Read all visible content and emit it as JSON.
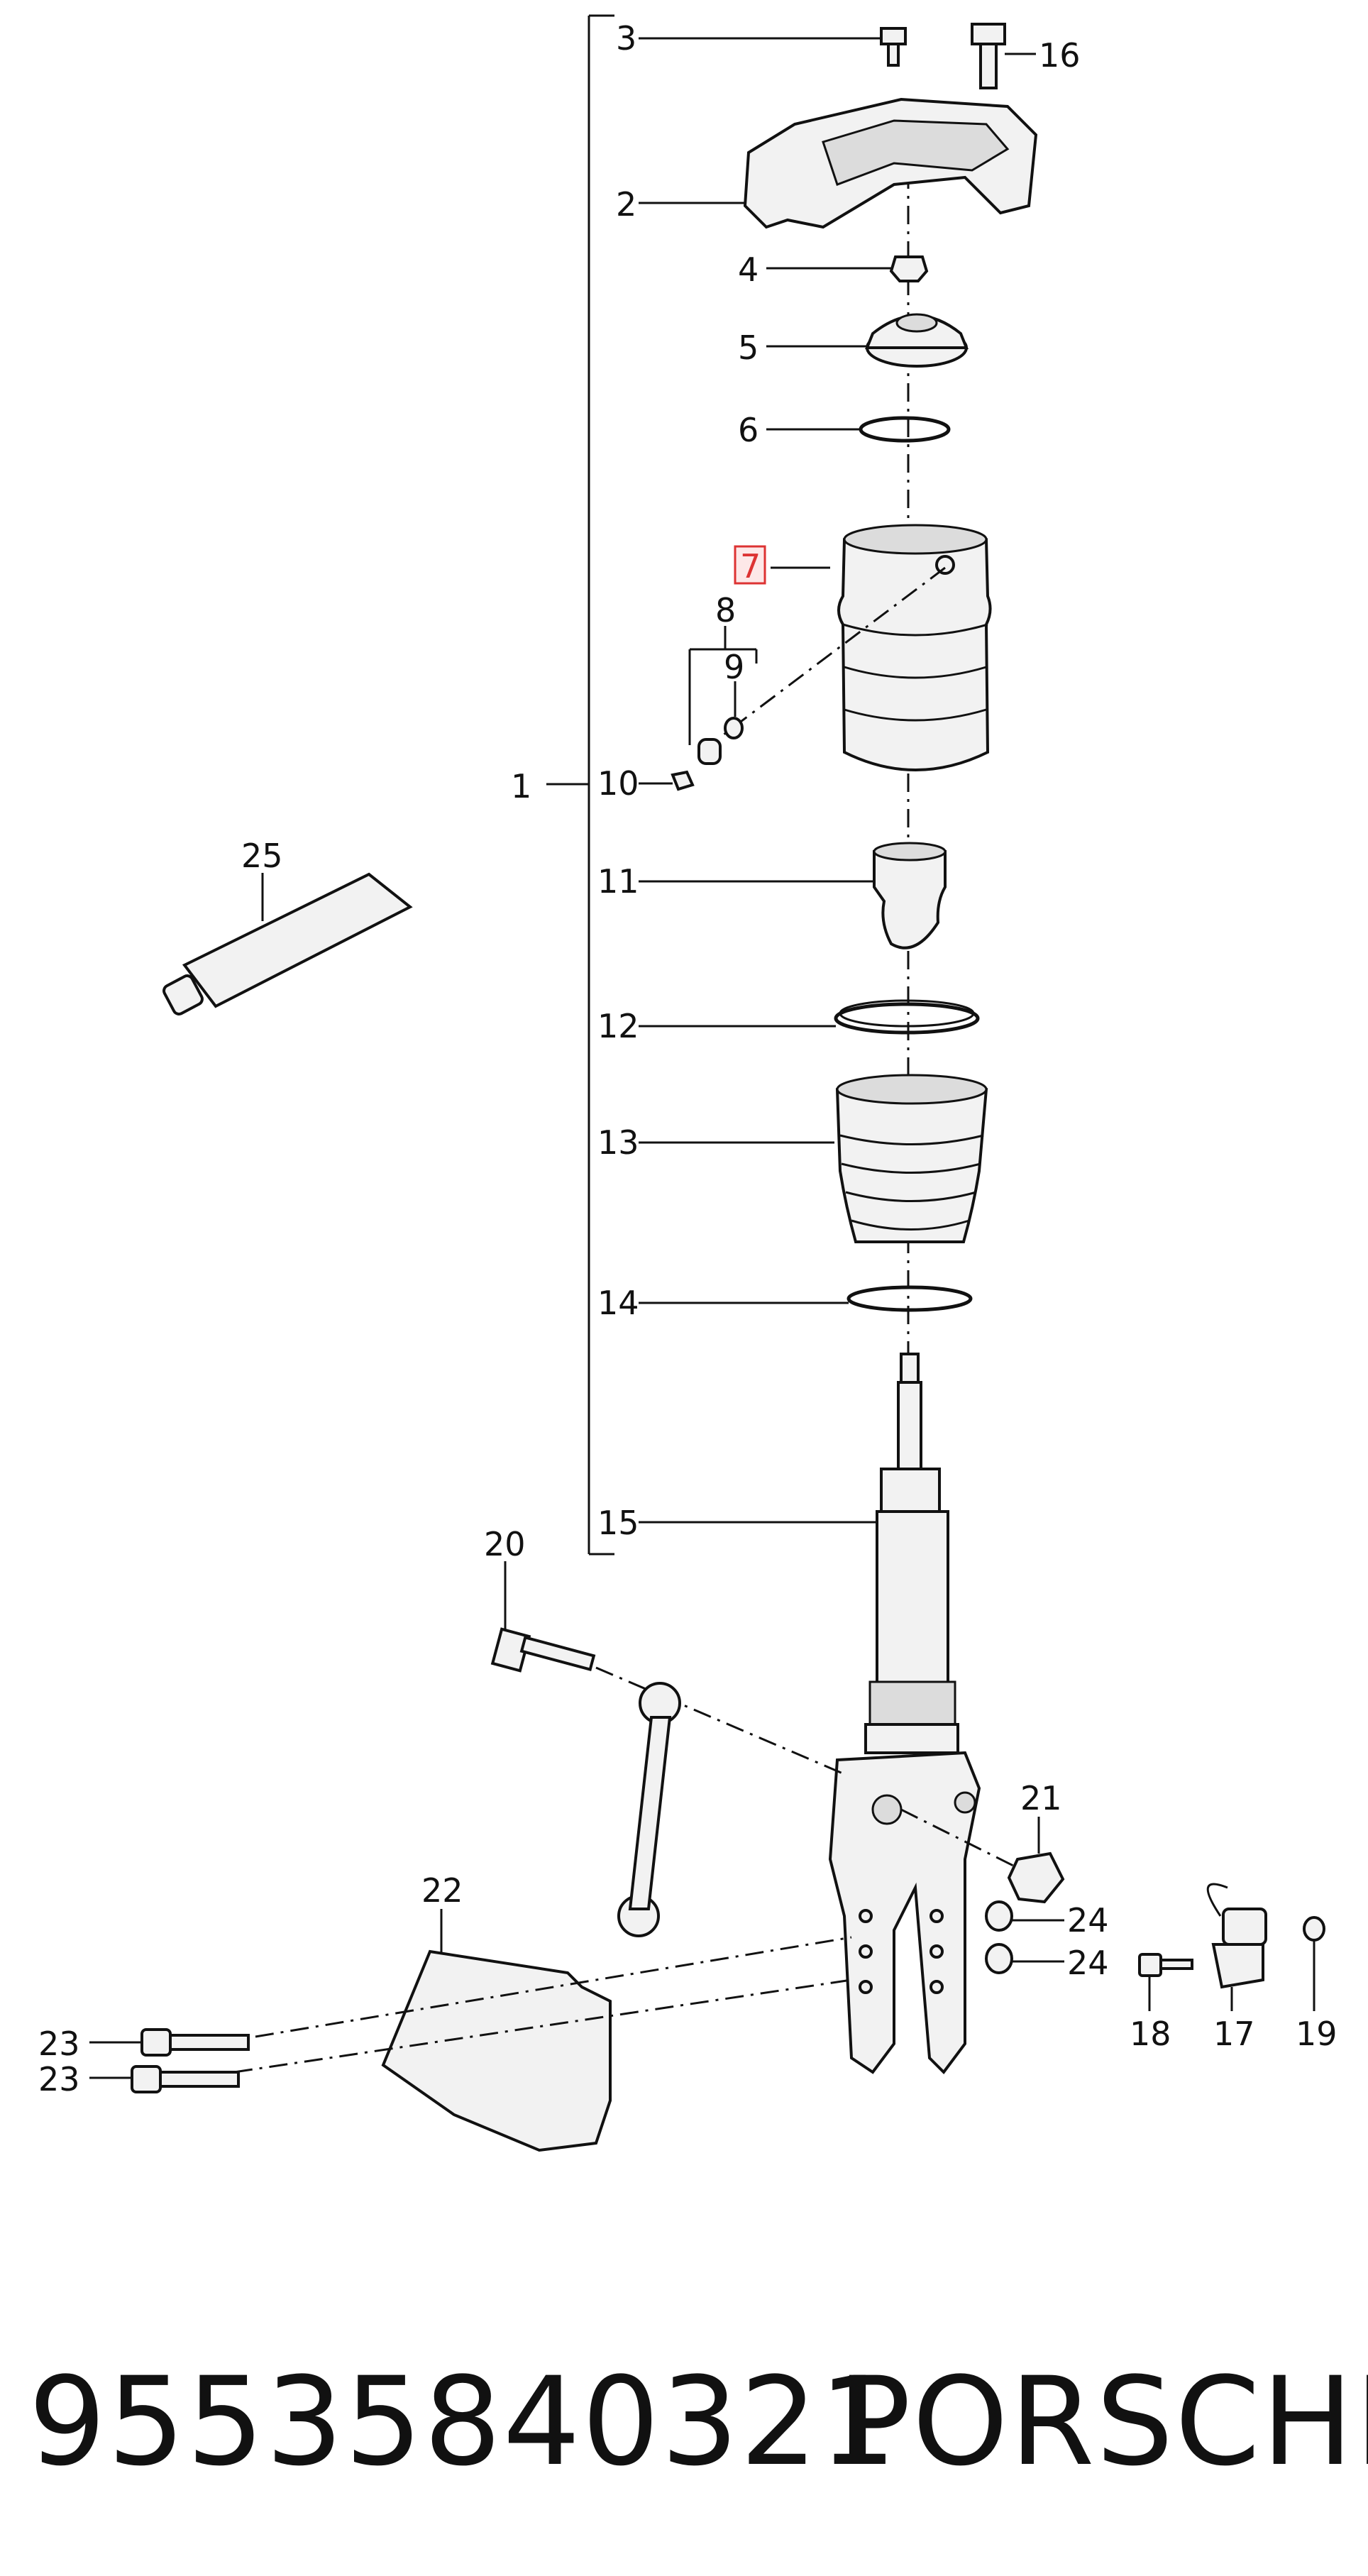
{
  "diagram": {
    "callouts": [
      {
        "id": "c1",
        "label": "1"
      },
      {
        "id": "c2",
        "label": "2"
      },
      {
        "id": "c3",
        "label": "3"
      },
      {
        "id": "c4",
        "label": "4"
      },
      {
        "id": "c5",
        "label": "5"
      },
      {
        "id": "c6",
        "label": "6"
      },
      {
        "id": "c7",
        "label": "7",
        "highlighted": true
      },
      {
        "id": "c8",
        "label": "8"
      },
      {
        "id": "c9",
        "label": "9"
      },
      {
        "id": "c10",
        "label": "10"
      },
      {
        "id": "c11",
        "label": "11"
      },
      {
        "id": "c12",
        "label": "12"
      },
      {
        "id": "c13",
        "label": "13"
      },
      {
        "id": "c14",
        "label": "14"
      },
      {
        "id": "c15",
        "label": "15"
      },
      {
        "id": "c16",
        "label": "16"
      },
      {
        "id": "c17",
        "label": "17"
      },
      {
        "id": "c18",
        "label": "18"
      },
      {
        "id": "c19",
        "label": "19"
      },
      {
        "id": "c20",
        "label": "20"
      },
      {
        "id": "c21",
        "label": "21"
      },
      {
        "id": "c22",
        "label": "22"
      },
      {
        "id": "c23a",
        "label": "23"
      },
      {
        "id": "c23b",
        "label": "23"
      },
      {
        "id": "c24a",
        "label": "24"
      },
      {
        "id": "c24b",
        "label": "24"
      },
      {
        "id": "c25",
        "label": "25"
      }
    ],
    "highlight_color": "#d33333"
  },
  "footer": {
    "part_number": "95535840321",
    "brand": "PORSCHE"
  }
}
